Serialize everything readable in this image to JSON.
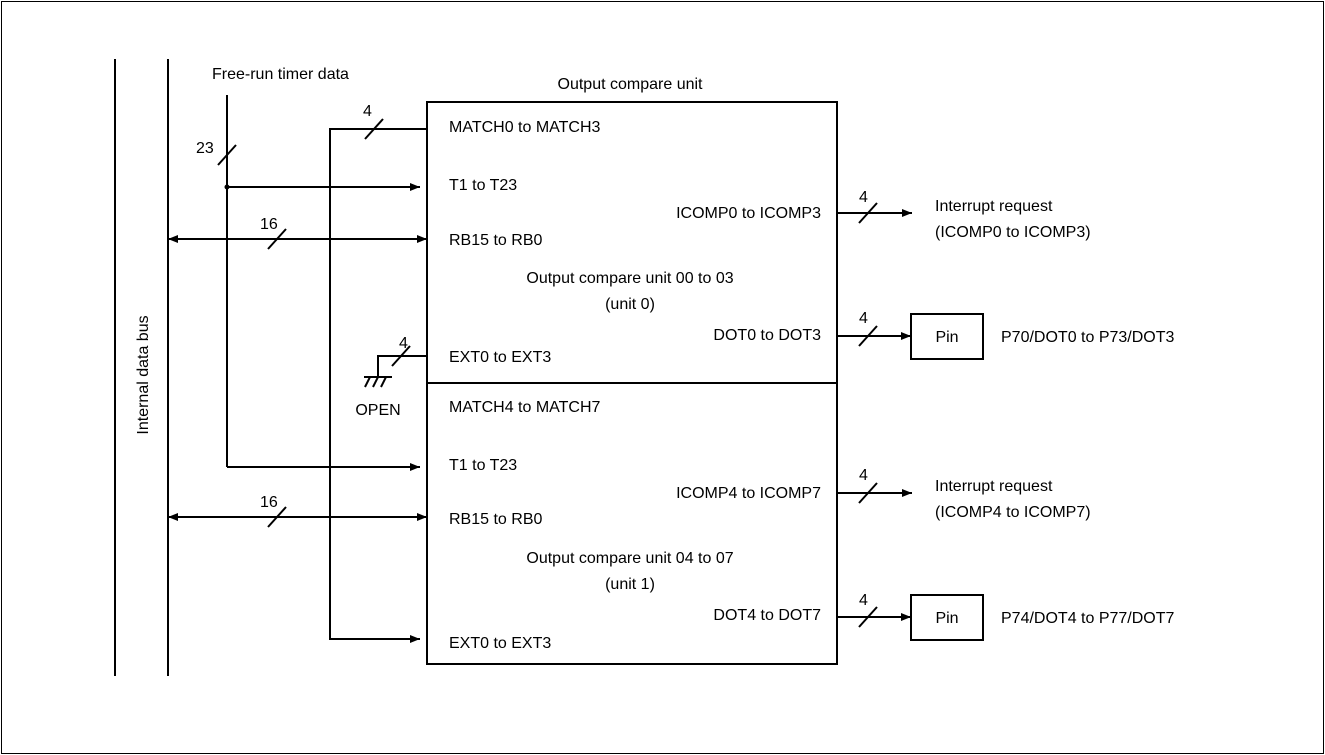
{
  "bus": {
    "label": "Internal data bus"
  },
  "timer": {
    "label": "Free-run timer data",
    "width": "23"
  },
  "ocu": {
    "title": "Output compare unit",
    "unit0": {
      "match": "MATCH0 to MATCH3",
      "t": "T1 to T23",
      "icomp": "ICOMP0 to ICOMP3",
      "rb": "RB15 to RB0",
      "name_line1": "Output compare unit 00 to 03",
      "name_line2": "(unit 0)",
      "dot": "DOT0 to DOT3",
      "ext": "EXT0 to EXT3"
    },
    "unit1": {
      "match": "MATCH4 to MATCH7",
      "t": "T1 to T23",
      "icomp": "ICOMP4 to ICOMP7",
      "rb": "RB15 to RB0",
      "name_line1": "Output compare unit 04 to 07",
      "name_line2": "(unit 1)",
      "dot": "DOT4 to DOT7",
      "ext": "EXT0 to EXT3"
    }
  },
  "widths": {
    "match": "4",
    "rb0": "16",
    "rb1": "16",
    "ext0": "4",
    "icomp0": "4",
    "dot0": "4",
    "icomp1": "4",
    "dot1": "4"
  },
  "open_label": "OPEN",
  "interrupt0": {
    "line1": "Interrupt request",
    "line2": "(ICOMP0 to ICOMP3)"
  },
  "interrupt1": {
    "line1": "Interrupt request",
    "line2": "(ICOMP4 to ICOMP7)"
  },
  "pin0": {
    "label": "Pin",
    "name": "P70/DOT0 to P73/DOT3"
  },
  "pin1": {
    "label": "Pin",
    "name": "P74/DOT4 to P77/DOT7"
  }
}
